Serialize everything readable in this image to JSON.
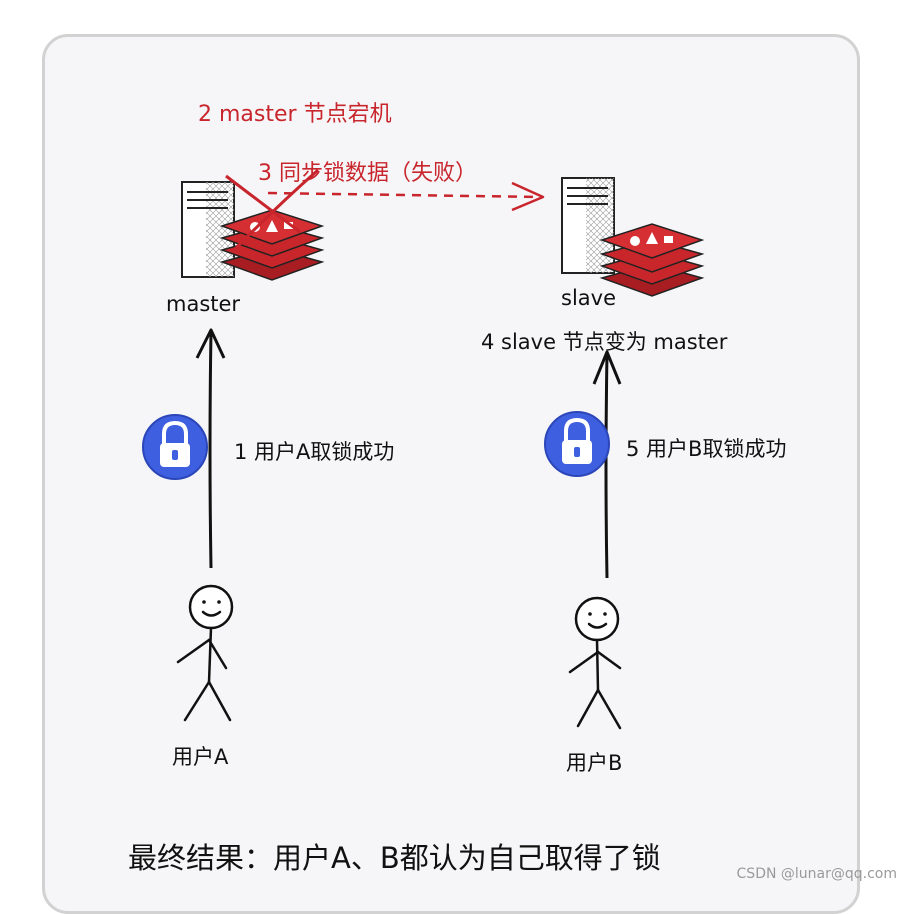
{
  "labels": {
    "master_down": "2 master 节点宕机",
    "sync_fail": "3 同步锁数据（失败）",
    "master": "master",
    "slave": "slave",
    "slave_promote": "4 slave 节点变为 master",
    "user_a_lock": "1 用户A取锁成功",
    "user_b_lock": "5 用户B取锁成功",
    "user_a": "用户A",
    "user_b": "用户B",
    "conclusion": "最终结果：用户A、B都认为自己取得了锁"
  },
  "watermark": "CSDN @lunar@qq.com",
  "icons": {
    "server": "server-icon",
    "redis": "redis-stack-icon",
    "lock": "padlock-icon",
    "person": "stick-figure-icon",
    "cross": "failure-cross-icon"
  },
  "colors": {
    "accent_red": "#c8252c",
    "redis_red": "#c9262b",
    "lock_blue": "#3e5fe0",
    "card_bg": "#f6f6f8",
    "card_border": "#d2d2d2"
  }
}
